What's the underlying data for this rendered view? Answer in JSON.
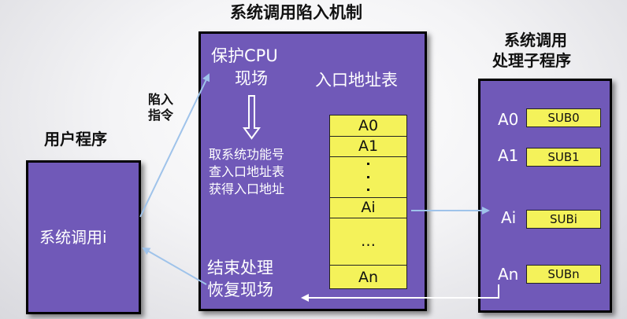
{
  "titles": {
    "main": "系统调用陷入机制",
    "user": "用户程序",
    "handler_line1": "系统调用",
    "handler_line2": "处理子程序",
    "trap_line1": "陷入",
    "trap_line2": "指令"
  },
  "user_panel": {
    "call": "系统调用i"
  },
  "center_panel": {
    "save_line1": "保护CPU",
    "save_line2": "现场",
    "table_title": "入口地址表",
    "steps": [
      "取系统功能号",
      "查入口地址表",
      "获得入口地址"
    ],
    "end_line1": "结束处理",
    "end_line2": "恢复现场"
  },
  "entry_table": {
    "rows": [
      "A0",
      "A1",
      "Ai",
      "…",
      "An"
    ]
  },
  "subroutines": [
    {
      "addr": "A0",
      "name": "SUB0"
    },
    {
      "addr": "A1",
      "name": "SUB1"
    },
    {
      "addr": "Ai",
      "name": "SUBi"
    },
    {
      "addr": "An",
      "name": "SUBn"
    }
  ],
  "colors": {
    "panel": "#7059b8",
    "cell": "#f4f25a",
    "arrow": "#9fc3ea"
  }
}
